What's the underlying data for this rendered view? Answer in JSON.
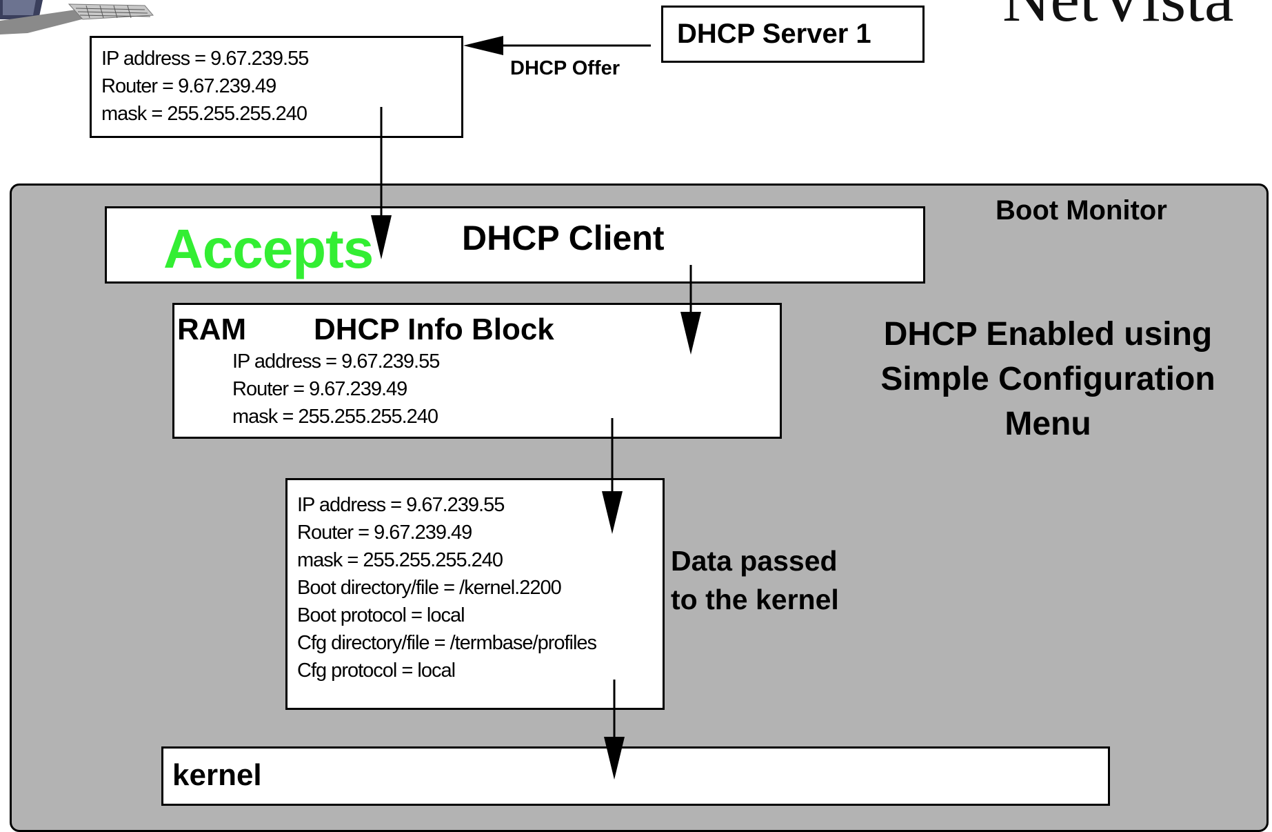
{
  "brand_logo": "NetVista",
  "colors": {
    "panel": "#b3b3b3",
    "accepts": "#33ee33",
    "box_border": "#000000"
  },
  "icons": [
    "computer-monitor-icon"
  ],
  "server": {
    "label": "DHCP Server 1"
  },
  "offer": {
    "label": "DHCP Offer",
    "lines": [
      "IP address = 9.67.239.55",
      "Router = 9.67.239.49",
      "mask = 255.255.255.240"
    ]
  },
  "boot_monitor": {
    "label": "Boot Monitor"
  },
  "client": {
    "label": "DHCP Client",
    "accepts": "Accepts"
  },
  "ram": {
    "label": "RAM",
    "title": "DHCP Info Block",
    "lines": [
      "IP address = 9.67.239.55",
      "Router = 9.67.239.49",
      "mask = 255.255.255.240"
    ]
  },
  "enabled_note": "DHCP Enabled using Simple Configuration Menu",
  "kernel_data": {
    "lines": [
      "IP address = 9.67.239.55",
      "Router = 9.67.239.49",
      "mask = 255.255.255.240",
      "Boot directory/file = /kernel.2200",
      "Boot protocol = local",
      "Cfg directory/file = /termbase/profiles",
      "Cfg protocol = local"
    ],
    "caption": "Data passed to the kernel"
  },
  "kernel": {
    "label": "kernel"
  }
}
